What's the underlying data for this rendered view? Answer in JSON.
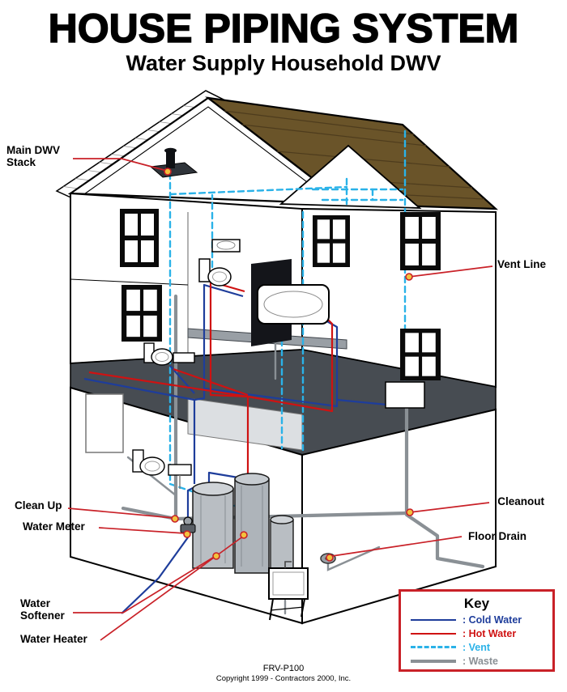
{
  "title": "HOUSE PIPING SYSTEM",
  "subtitle": "Water Supply Household DWV",
  "callouts": {
    "main_dwv_stack": {
      "line1": "Main DWV",
      "line2": "Stack"
    },
    "vent_line": "Vent Line",
    "clean_up": "Clean Up",
    "water_meter": "Water Meter",
    "water_softener": {
      "line1": "Water",
      "line2": "Softener"
    },
    "water_heater": "Water Heater",
    "cleanout": "Cleanout",
    "floor_drain": "Floor Drain"
  },
  "key": {
    "title": "Key",
    "entries": [
      {
        "label": ": Cold Water",
        "line_style": "solid",
        "color": "#1e3d9b"
      },
      {
        "label": ": Hot Water",
        "line_style": "solid",
        "color": "#cf1212"
      },
      {
        "label": ": Vent",
        "line_style": "dashed",
        "color": "#2ab2e8"
      },
      {
        "label": ": Waste",
        "line_style": "solid-thick",
        "color": "#8a9095"
      }
    ]
  },
  "footer": {
    "part_number": "FRV-P100",
    "copyright": "Copyright 1999 - Contractors 2000, Inc."
  },
  "colors": {
    "cold_water": "#1e3d9b",
    "hot_water": "#cf1212",
    "vent": "#2ab2e8",
    "waste": "#8a9095",
    "roof": "#6a5429",
    "slab": "#474c52",
    "leader": "#c92128",
    "marker": "#f2c23d"
  }
}
